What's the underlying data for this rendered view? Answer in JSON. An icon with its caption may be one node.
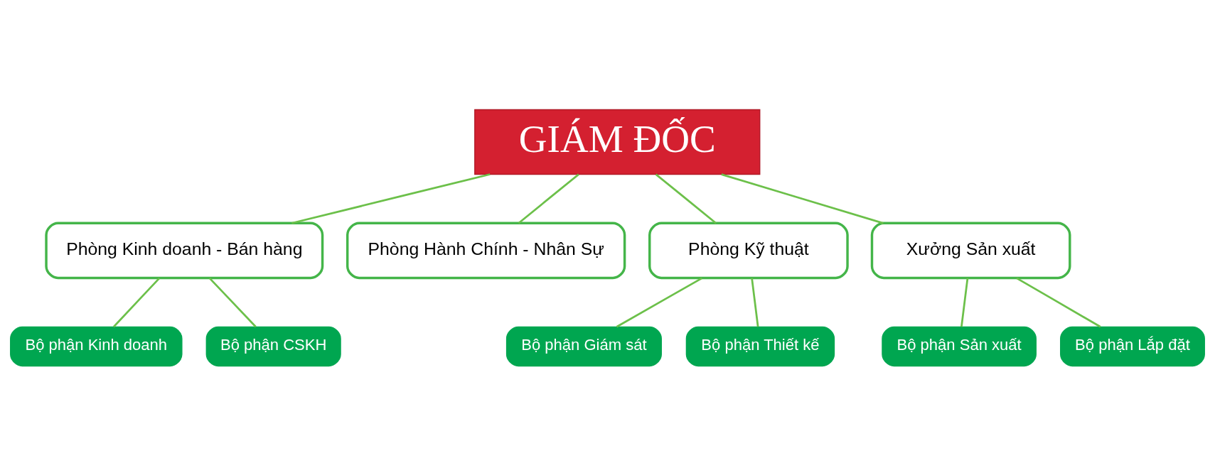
{
  "diagram": {
    "nodes": [
      {
        "text": [
          "GIÁM ĐỐC"
        ]
      },
      {
        "text": [
          "Phòng Kinh doanh - Bán hàng"
        ]
      },
      {
        "text": [
          "Phòng Hành Chính - Nhân Sự"
        ]
      },
      {
        "text": [
          "Phòng Kỹ thuật"
        ]
      },
      {
        "text": [
          "Xưởng Sản xuất"
        ]
      },
      {
        "text": [
          "Bộ phận Kinh doanh"
        ]
      },
      {
        "text": [
          "Bộ phận CSKH"
        ]
      },
      {
        "text": [
          "Bộ phận Giám sát"
        ]
      },
      {
        "text": [
          "Bộ phận Thiết kế"
        ]
      },
      {
        "text": [
          "Bộ phận Sản xuất"
        ]
      },
      {
        "text": [
          "Bộ phận Lắp đặt"
        ]
      }
    ],
    "edges": [
      {
        "from": 0,
        "to": 1,
        "arrow": "none"
      },
      {
        "from": 0,
        "to": 2,
        "arrow": "none"
      },
      {
        "from": 0,
        "to": 3,
        "arrow": "none"
      },
      {
        "from": 0,
        "to": 4,
        "arrow": "none"
      },
      {
        "from": 1,
        "to": 5,
        "arrow": "none"
      },
      {
        "from": 1,
        "to": 6,
        "arrow": "none"
      },
      {
        "from": 3,
        "to": 7,
        "arrow": "none"
      },
      {
        "from": 3,
        "to": 8,
        "arrow": "none"
      },
      {
        "from": 4,
        "to": 9,
        "arrow": "none"
      },
      {
        "from": 4,
        "to": 10,
        "arrow": "none"
      }
    ]
  }
}
